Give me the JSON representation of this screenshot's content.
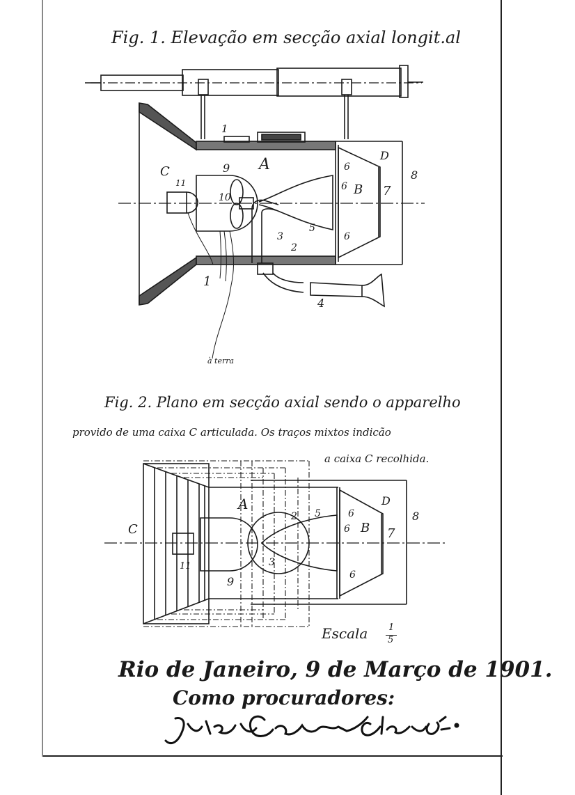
{
  "fig1": {
    "caption": "Fig. 1. Elevação em secção axial longit.al",
    "labels": {
      "C": "C",
      "A": "A",
      "B": "B",
      "D": "D",
      "n1a": "1",
      "n1b": "1",
      "n2": "2",
      "n3": "3",
      "n4": "4",
      "n5": "5",
      "n6a": "6",
      "n6b": "6",
      "n6c": "6",
      "n7": "7",
      "n8": "8",
      "n9": "9",
      "n10": "10",
      "n11": "11",
      "terra": "à terra"
    }
  },
  "fig2": {
    "caption_line1": "Fig. 2. Plano em secção axial sendo o apparelho",
    "caption_line2": "provido de uma caixa C articulada. Os traços mixtos indicão",
    "caption_line3": "a caixa C recolhida.",
    "labels": {
      "C": "C",
      "A": "A",
      "B": "B",
      "D": "D",
      "n2": "2",
      "n3": "3",
      "n5": "5",
      "n6a": "6",
      "n6b": "6",
      "n6c": "6",
      "n7": "7",
      "n8": "8",
      "n9": "9",
      "n11": "11"
    },
    "scale_label": "Escala",
    "scale_num": "1",
    "scale_den": "5"
  },
  "footer": {
    "place_date": "Rio de Janeiro, 9 de Março de 1901.",
    "attorneys": "Como procuradores:"
  },
  "colors": {
    "ink": "#1a1a1a",
    "paper": "#ffffff"
  }
}
